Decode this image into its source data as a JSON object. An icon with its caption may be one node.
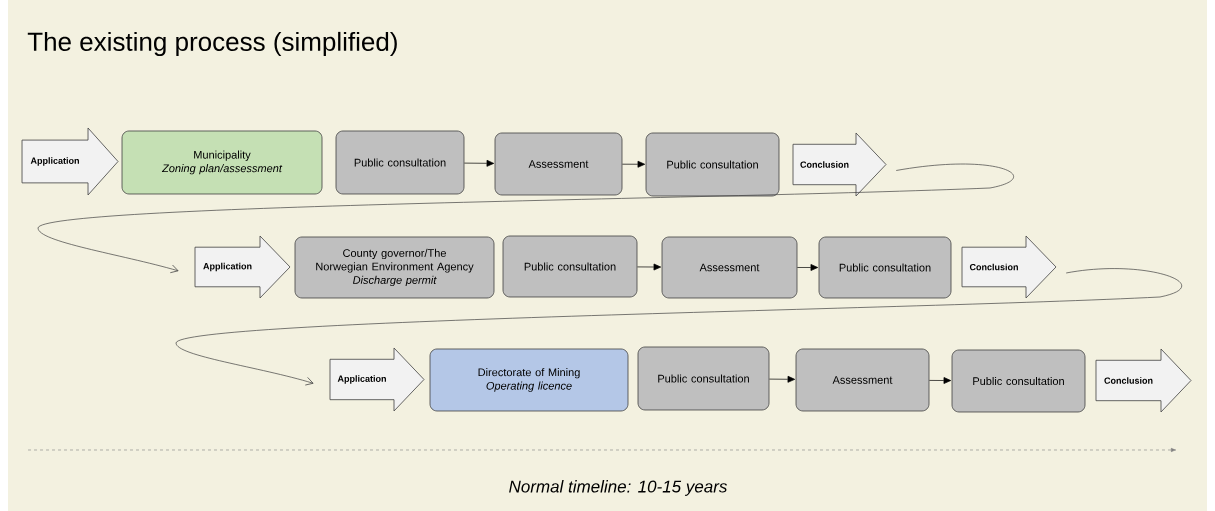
{
  "diagram": {
    "title": "The existing process (simplified)",
    "nodes": [
      {
        "text": [
          "Application"
        ]
      },
      {
        "text": [
          "Municipality",
          "Zoning plan/assessment"
        ]
      },
      {
        "text": [
          "Public consultation"
        ]
      },
      {
        "text": [
          "Assessment"
        ]
      },
      {
        "text": [
          "Public consultation"
        ]
      },
      {
        "text": [
          "Conclusion"
        ]
      },
      {
        "text": [
          "Application"
        ]
      },
      {
        "text": [
          "County governor/The Norwegian Environment Agency",
          "Discharge permit"
        ]
      },
      {
        "text": [
          "Public consultation"
        ]
      },
      {
        "text": [
          "Assessment"
        ]
      },
      {
        "text": [
          "Public consultation"
        ]
      },
      {
        "text": [
          "Conclusion"
        ]
      },
      {
        "text": [
          "Application"
        ]
      },
      {
        "text": [
          "Directorate of Mining",
          "Operating licence"
        ]
      },
      {
        "text": [
          "Public consultation"
        ]
      },
      {
        "text": [
          "Assessment"
        ]
      },
      {
        "text": [
          "Public consultation"
        ]
      },
      {
        "text": [
          "Conclusion"
        ]
      }
    ],
    "edges": [
      {
        "from": 2,
        "to": 3,
        "arrow": "to"
      },
      {
        "from": 3,
        "to": 4,
        "arrow": "to"
      },
      {
        "from": 5,
        "to": 6,
        "arrow": "to"
      },
      {
        "from": 8,
        "to": 9,
        "arrow": "to"
      },
      {
        "from": 9,
        "to": 10,
        "arrow": "to"
      },
      {
        "from": 11,
        "to": 12,
        "arrow": "to"
      },
      {
        "from": 14,
        "to": 15,
        "arrow": "to"
      },
      {
        "from": 15,
        "to": 16,
        "arrow": "to"
      }
    ],
    "labels": [
      "Normal timeline: 10-15 years"
    ]
  }
}
